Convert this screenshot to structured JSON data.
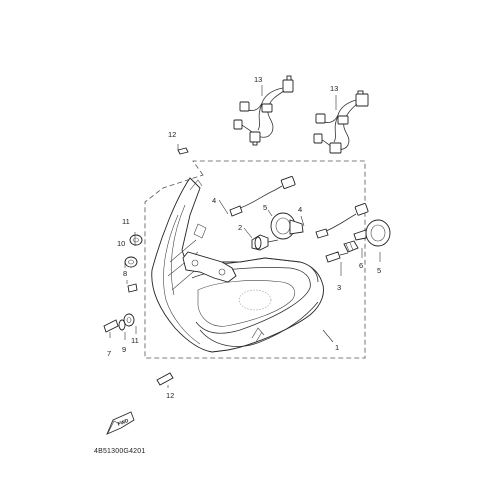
{
  "labels": {
    "p1": "1",
    "p2": "2",
    "p3": "3",
    "p4a": "4",
    "p4b": "4",
    "p5a": "5",
    "p5b": "5",
    "p6": "6",
    "p7": "7",
    "p8": "8",
    "p9": "9",
    "p10": "10",
    "p11a": "11",
    "p11b": "11",
    "p12a": "12",
    "p12b": "12",
    "p13a": "13",
    "p13b": "13"
  },
  "fwd_label": "FWD",
  "diagram_code": "4B51300G4201"
}
